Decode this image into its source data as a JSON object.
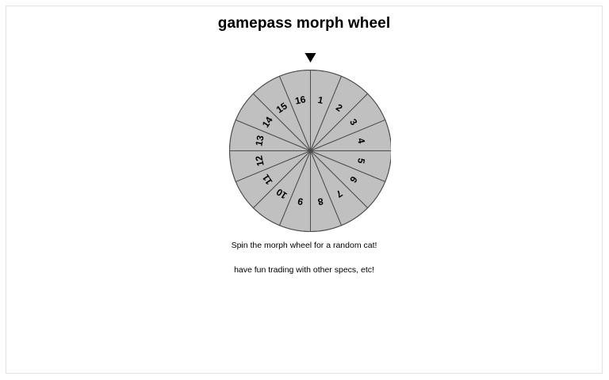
{
  "page": {
    "title": "gamepass morph wheel"
  },
  "wheel": {
    "name": "morph-wheel",
    "segment_count": 16,
    "labels": [
      "1",
      "2",
      "3",
      "4",
      "5",
      "6",
      "7",
      "8",
      "9",
      "10",
      "11",
      "12",
      "13",
      "14",
      "15",
      "16"
    ],
    "fill_color": "#c0c0c0",
    "stroke_color": "#4d4d4d",
    "label_color": "#000000",
    "pointer_color": "#000000",
    "pointer_name": "wheel-pointer"
  },
  "captions": {
    "line1": "Spin the morph wheel for a random cat!",
    "line2": "have fun trading with other specs, etc!"
  }
}
